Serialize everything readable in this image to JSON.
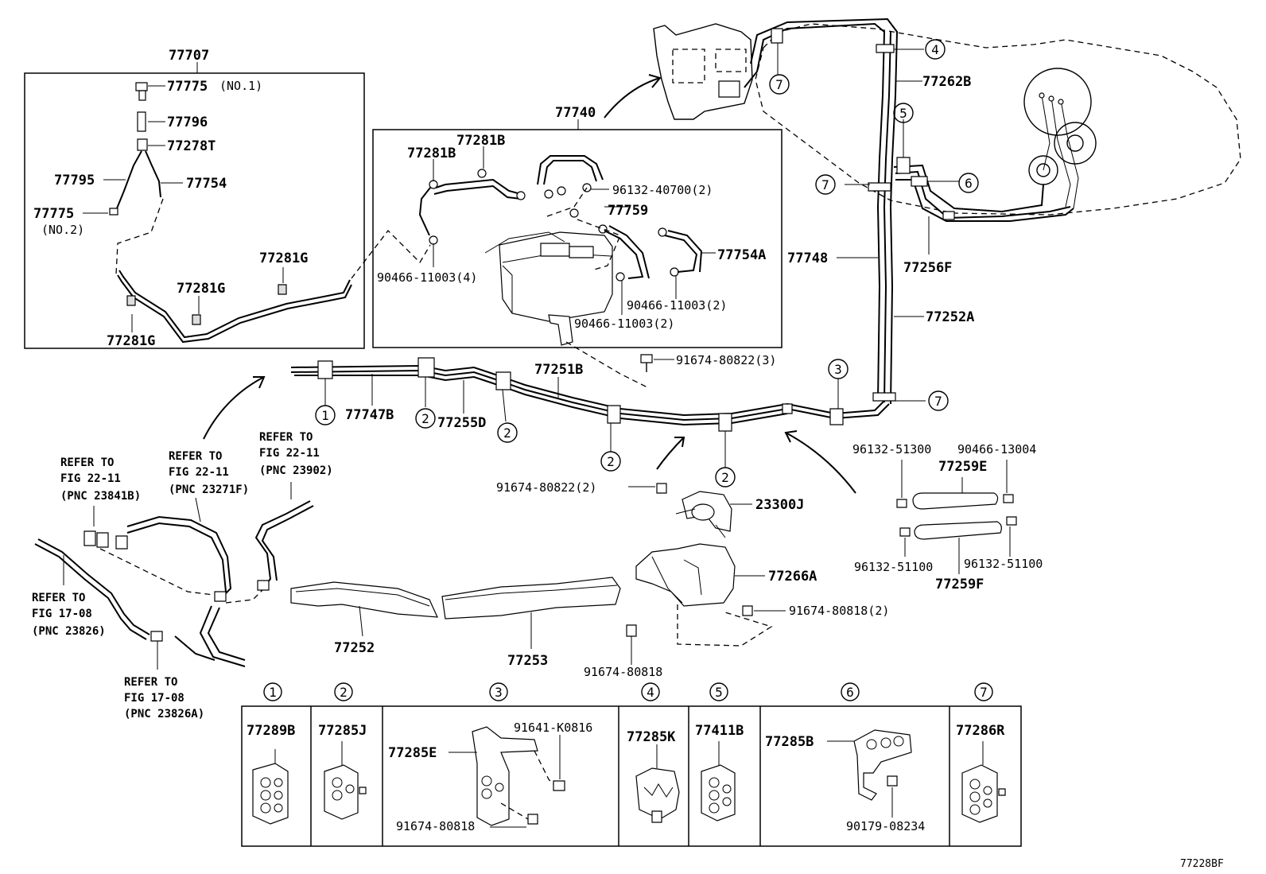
{
  "labels": {
    "p77707": "77707",
    "p77775_1": "77775",
    "p77775_1_note": "(NO.1)",
    "p77796": "77796",
    "p77278T": "77278T",
    "p77795": "77795",
    "p77754": "77754",
    "p77775_2": "77775",
    "p77775_2_note": "(NO.2)",
    "p77281G_a": "77281G",
    "p77281G_b": "77281G",
    "p77281G_c": "77281G",
    "p77740": "77740",
    "p77281B_a": "77281B",
    "p77281B_b": "77281B",
    "p96132_40700": "96132-40700(2)",
    "p77759": "77759",
    "p77754A": "77754A",
    "p90466_11003_4": "90466-11003(4)",
    "p90466_11003_2a": "90466-11003(2)",
    "p90466_11003_2b": "90466-11003(2)",
    "p91674_80822_3": "91674-80822(3)",
    "p77262B": "77262B",
    "p77748": "77748",
    "p77256F": "77256F",
    "p77252A": "77252A",
    "p77251B": "77251B",
    "p77747B": "77747B",
    "p77255D": "77255D",
    "p91674_80822_2": "91674-80822(2)",
    "p23300J": "23300J",
    "p77266A": "77266A",
    "p91674_80818_2": "91674-80818(2)",
    "p91674_80818": "91674-80818",
    "p77252": "77252",
    "p77253": "77253",
    "p96132_51300": "96132-51300",
    "p90466_13004": "90466-13004",
    "p77259E": "77259E",
    "p96132_51100_a": "96132-51100",
    "p96132_51100_b": "96132-51100",
    "p77259F": "77259F",
    "fig_code": "77228BF"
  },
  "refs": {
    "r1": {
      "line1": "REFER TO",
      "line2": "FIG 22-11",
      "line3": "(PNC 23902)"
    },
    "r2": {
      "line1": "REFER TO",
      "line2": "FIG 22-11",
      "line3": "(PNC 23271F)"
    },
    "r3": {
      "line1": "REFER TO",
      "line2": "FIG 22-11",
      "line3": "(PNC 23841B)"
    },
    "r4": {
      "line1": "REFER TO",
      "line2": "FIG 17-08",
      "line3": "(PNC 23826)"
    },
    "r5": {
      "line1": "REFER TO",
      "line2": "FIG 17-08",
      "line3": "(PNC 23826A)"
    }
  },
  "callouts": {
    "c1": "1",
    "c2": "2",
    "c3": "3",
    "c4": "4",
    "c5": "5",
    "c6": "6",
    "c7": "7"
  },
  "legend": {
    "headers": [
      "1",
      "2",
      "3",
      "4",
      "5",
      "6",
      "7"
    ],
    "cells": {
      "c1": "77289B",
      "c2": "77285J",
      "c3_main": "77285E",
      "c3_bolt1": "91641-K0816",
      "c3_bolt2": "91674-80818",
      "c4": "77285K",
      "c5": "77411B",
      "c6_main": "77285B",
      "c6_nut": "90179-08234",
      "c7": "77286R"
    }
  }
}
